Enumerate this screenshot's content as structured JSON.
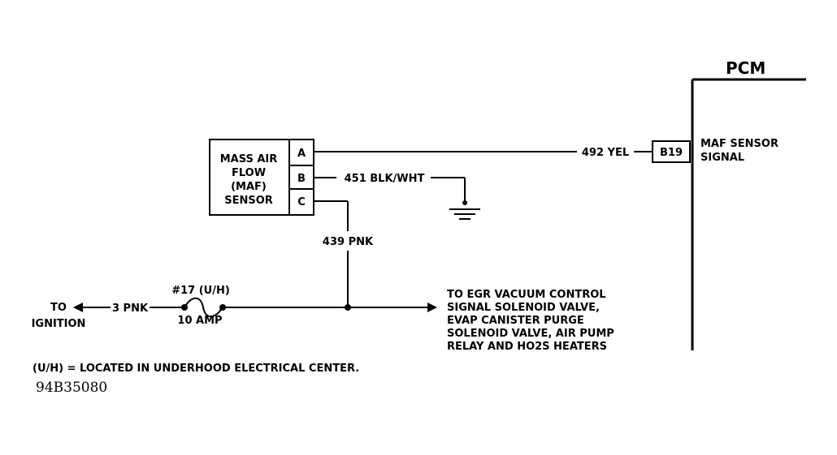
{
  "pcm": {
    "title": "PCM",
    "pin": "B19",
    "signal_line1": "MAF SENSOR",
    "signal_line2": "SIGNAL"
  },
  "sensor": {
    "line1": "MASS AIR",
    "line2": "FLOW",
    "line3": "(MAF)",
    "line4": "SENSOR",
    "pin_a": "A",
    "pin_b": "B",
    "pin_c": "C"
  },
  "wires": {
    "signal": "492 YEL",
    "ground": "451 BLK/WHT",
    "power": "439 PNK",
    "ignition_feed": "3 PNK"
  },
  "fuse": {
    "name": "#17 (U/H)",
    "rating": "10 AMP"
  },
  "ignition": {
    "line1": "TO",
    "line2": "IGNITION"
  },
  "destination": {
    "line1": "TO EGR VACUUM CONTROL",
    "line2": "SIGNAL SOLENOID VALVE,",
    "line3": "EVAP CANISTER PURGE",
    "line4": "SOLENOID VALVE, AIR PUMP",
    "line5": "RELAY AND HO2S HEATERS"
  },
  "footnote": "(U/H) = LOCATED IN UNDERHOOD ELECTRICAL CENTER.",
  "figure_id": "94B35080"
}
